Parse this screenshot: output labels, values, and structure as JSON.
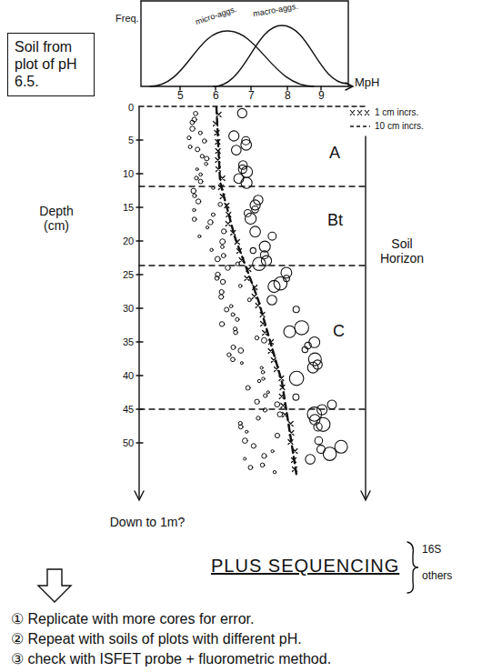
{
  "diagram": {
    "nodes": [
      {
        "text": [
          "Soil from plot of pH 6.5."
        ]
      }
    ],
    "labels": [
      "Freq.",
      "micro-aggs.",
      "macro-aggs.",
      "5",
      "6",
      "7",
      "8",
      "9",
      "MpH",
      "0",
      "5",
      "10",
      "15",
      "20",
      "25",
      "30",
      "35",
      "40",
      "45",
      "50",
      "Depth (cm)",
      "A",
      "Bt",
      "C",
      "Soil Horizon",
      "Down to 1m?",
      "PLUS SEQUENCING",
      "16S",
      "others",
      "① Replicate with more cores for error.",
      "② Repeat with soils of plots with different pH.",
      "③ check with ISFET probe + fluorometric method."
    ],
    "legend": [
      {
        "text": "1 cm incrs."
      },
      {
        "text": "10 cm incrs."
      }
    ]
  }
}
